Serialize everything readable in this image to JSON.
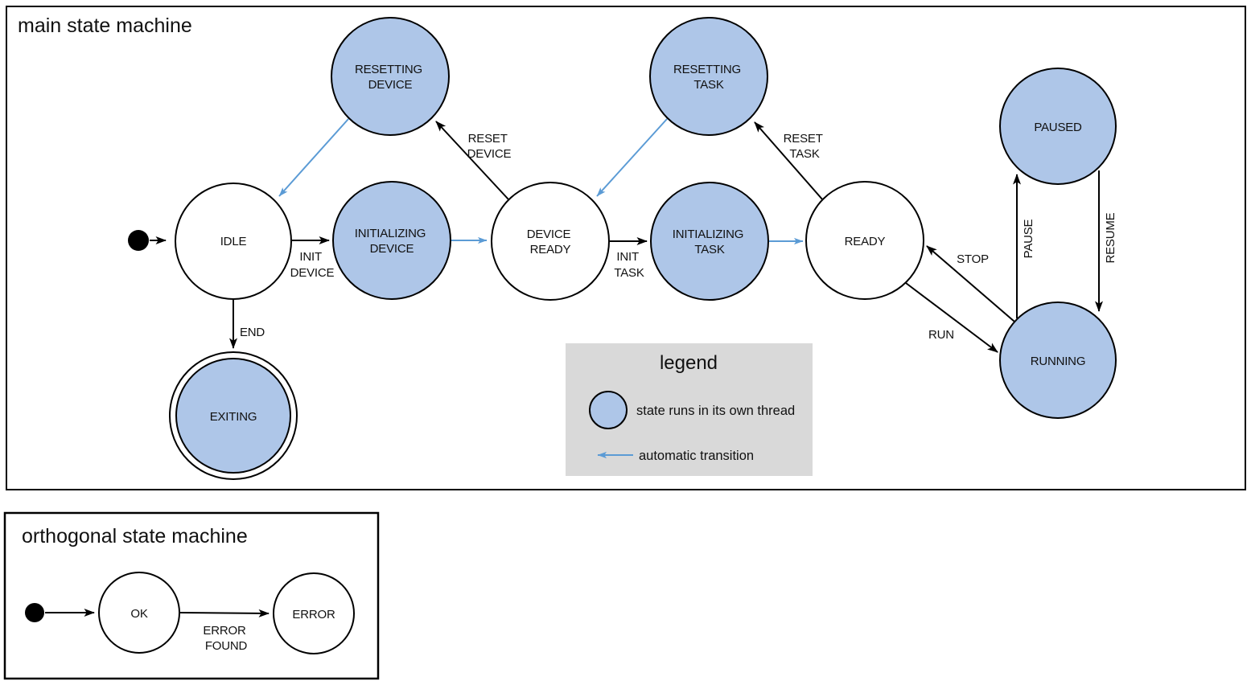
{
  "colors": {
    "threaded_state_fill": "#aec6e8",
    "automatic_transition": "#5b9bd5",
    "legend_background": "#d9d9d9",
    "outline": "#000000"
  },
  "main": {
    "title": "main state machine",
    "states": {
      "idle": {
        "label": "IDLE",
        "threaded": false
      },
      "resetting_device": {
        "line1": "RESETTING",
        "line2": "DEVICE",
        "threaded": true
      },
      "initializing_device": {
        "line1": "INITIALIZING",
        "line2": "DEVICE",
        "threaded": true
      },
      "device_ready": {
        "line1": "DEVICE",
        "line2": "READY",
        "threaded": false
      },
      "resetting_task": {
        "line1": "RESETTING",
        "line2": "TASK",
        "threaded": true
      },
      "initializing_task": {
        "line1": "INITIALIZING",
        "line2": "TASK",
        "threaded": true
      },
      "ready": {
        "label": "READY",
        "threaded": false
      },
      "paused": {
        "label": "PAUSED",
        "threaded": true
      },
      "running": {
        "label": "RUNNING",
        "threaded": true
      },
      "exiting": {
        "label": "EXITING",
        "threaded": true,
        "final_state": true
      }
    },
    "transitions": {
      "start": {
        "from": "initial",
        "to": "IDLE"
      },
      "init_device": {
        "from": "IDLE",
        "to": "INITIALIZING DEVICE",
        "line1": "INIT",
        "line2": "DEVICE"
      },
      "auto_init_device_done": {
        "from": "INITIALIZING DEVICE",
        "to": "DEVICE READY",
        "automatic": true
      },
      "reset_device": {
        "from": "DEVICE READY",
        "to": "RESETTING DEVICE",
        "line1": "RESET",
        "line2": "DEVICE"
      },
      "auto_reset_device_done": {
        "from": "RESETTING DEVICE",
        "to": "IDLE",
        "automatic": true
      },
      "init_task": {
        "from": "DEVICE READY",
        "to": "INITIALIZING TASK",
        "line1": "INIT",
        "line2": "TASK"
      },
      "auto_init_task_done": {
        "from": "INITIALIZING TASK",
        "to": "READY",
        "automatic": true
      },
      "reset_task": {
        "from": "READY",
        "to": "RESETTING TASK",
        "line1": "RESET",
        "line2": "TASK"
      },
      "auto_reset_task_done": {
        "from": "RESETTING TASK",
        "to": "DEVICE READY",
        "automatic": true
      },
      "run": {
        "from": "READY",
        "to": "RUNNING",
        "label": "RUN"
      },
      "stop": {
        "from": "RUNNING",
        "to": "READY",
        "label": "STOP"
      },
      "pause": {
        "from": "RUNNING",
        "to": "PAUSED",
        "label": "PAUSE"
      },
      "resume": {
        "from": "PAUSED",
        "to": "RUNNING",
        "label": "RESUME"
      },
      "end": {
        "from": "IDLE",
        "to": "EXITING",
        "label": "END"
      }
    }
  },
  "legend": {
    "title": "legend",
    "threaded_label": "state runs in its own thread",
    "automatic_label": "automatic transition"
  },
  "orthogonal": {
    "title": "orthogonal state machine",
    "states": {
      "ok": {
        "label": "OK"
      },
      "error": {
        "label": "ERROR"
      }
    },
    "transitions": {
      "start": {
        "from": "initial",
        "to": "OK"
      },
      "error_found": {
        "from": "OK",
        "to": "ERROR",
        "line1": "ERROR",
        "line2": "FOUND"
      }
    }
  }
}
